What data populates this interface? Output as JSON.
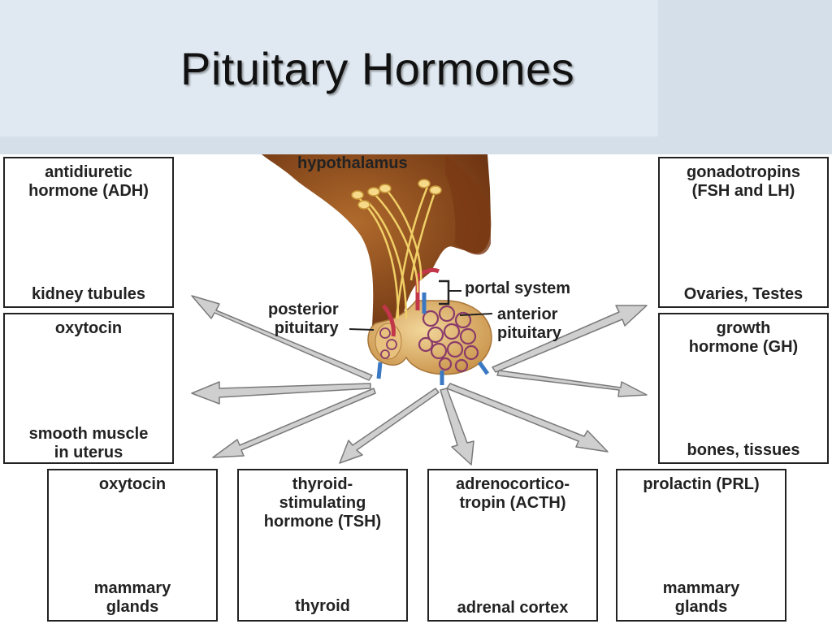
{
  "title": "Pituitary Hormones",
  "center": {
    "hypothalamus": "hypothalamus",
    "posterior": [
      "posterior",
      "pituitary"
    ],
    "portal": "portal system",
    "anterior": [
      "anterior",
      "pituitary"
    ]
  },
  "boxes": [
    {
      "hormone": [
        "antidiuretic",
        "hormone (ADH)"
      ],
      "target": [
        "kidney tubules"
      ],
      "icon": "kidney-icon"
    },
    {
      "hormone": [
        "oxytocin"
      ],
      "target": [
        "smooth muscle",
        "in uterus"
      ],
      "icon": "uterus-icon"
    },
    {
      "hormone": [
        "oxytocin"
      ],
      "target": [
        "mammary",
        "glands"
      ],
      "icon": "mammary-gland-icon"
    },
    {
      "hormone": [
        "thyroid-",
        "stimulating",
        "hormone (TSH)"
      ],
      "target": [
        "thyroid"
      ],
      "icon": "thyroid-icon"
    },
    {
      "hormone": [
        "adrenocortico-",
        "tropin (ACTH)"
      ],
      "target": [
        "adrenal cortex"
      ],
      "icon": "adrenal-icon"
    },
    {
      "hormone": [
        "prolactin (PRL)"
      ],
      "target": [
        "mammary",
        "glands"
      ],
      "icon": "mammary-gland-icon"
    },
    {
      "hormone": [
        "growth",
        "hormone (GH)"
      ],
      "target": [
        "bones, tissues"
      ],
      "icon": "bone-muscle-icon"
    },
    {
      "hormone": [
        "gonadotropins",
        "(FSH and LH)"
      ],
      "target": [
        "Ovaries, Testes"
      ],
      "icon": "ovary-testis-icon"
    }
  ],
  "colors": {
    "hypothalamus": "#8a4b1e",
    "gland": "#e2b46c",
    "vessel_red": "#c2364a",
    "vessel_blue": "#3a78c4",
    "arrow": "#a9a9a9"
  }
}
